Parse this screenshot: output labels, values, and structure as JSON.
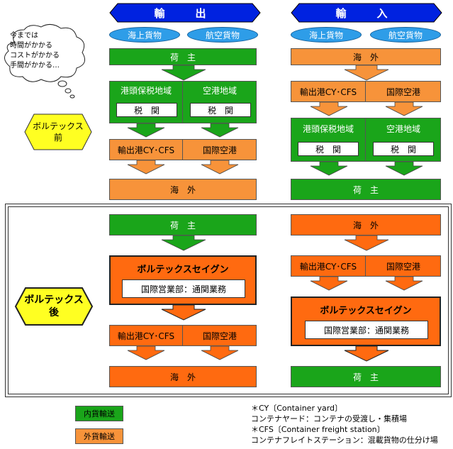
{
  "headers": {
    "export": "輸　出",
    "import": "輸　入"
  },
  "cargo_types": {
    "sea": "海上貨物",
    "air": "航空貨物"
  },
  "nodes": {
    "shipper": "荷　主",
    "overseas": "海　外",
    "bonded_area": "港頭保税地域",
    "airport_area": "空港地域",
    "customs": "税　関",
    "export_port": "輸出港CY･CFS",
    "intl_airport": "国際空港"
  },
  "vortex_company": {
    "name": "ボルテックスセイグン",
    "service": "国際営業部：通関業務"
  },
  "labels": {
    "before": "ボルテックス\n前",
    "after": "ボルテックス\n後"
  },
  "thought": "今までは\n時間がかかる\nコストがかかる\n手間がかかる…",
  "legend": {
    "domestic": "内貨輸送",
    "foreign": "外貨輸送"
  },
  "notes": {
    "cy_title": "＊CY〔Container yard〕",
    "cy_desc": "コンテナヤード：コンテナの受渡し・集積場",
    "cfs_title": "＊CFS〔Container freight station〕",
    "cfs_desc": "コンテナフレイトステーション：混載貨物の仕分け場"
  },
  "colors": {
    "domestic_green": "#1aa51a",
    "foreign_orange": "#f7933a",
    "header_blue": "#0022e0",
    "pill_blue": "#2e9de8",
    "vortex_orange": "#ff6a10",
    "label_yellow": "#ffff22"
  }
}
